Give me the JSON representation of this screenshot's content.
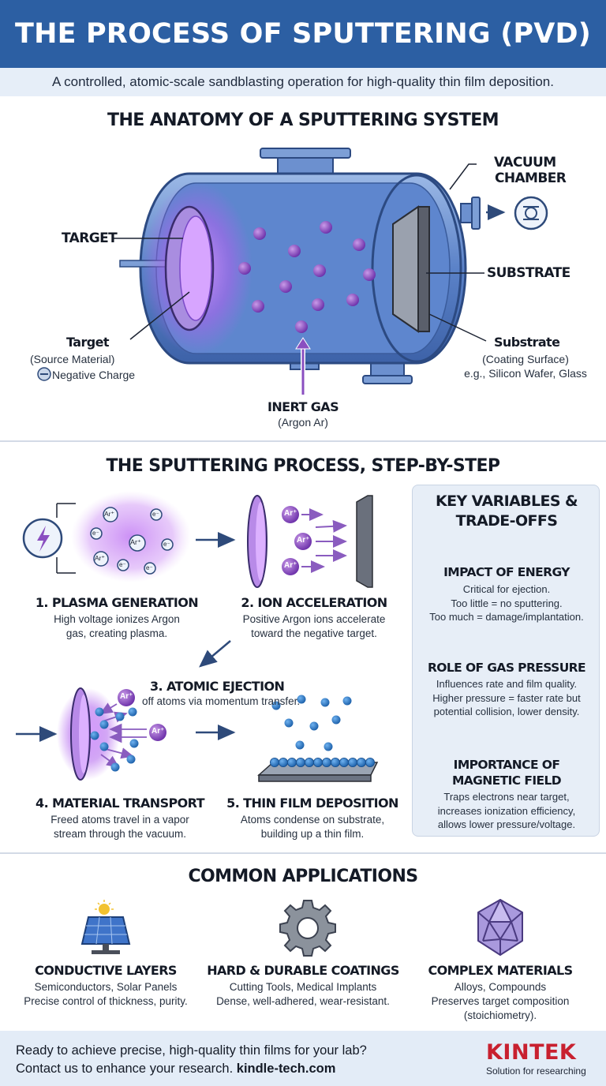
{
  "header": {
    "title": "THE PROCESS OF SPUTTERING (PVD)",
    "subtitle": "A controlled, atomic-scale sandblasting operation for high-quality thin film deposition."
  },
  "anatomy": {
    "title": "THE ANATOMY OF A SPUTTERING SYSTEM",
    "target_label": "TARGET",
    "vacuum_label_1": "VACUUM",
    "vacuum_label_2": "CHAMBER",
    "substrate_label": "SUBSTRATE",
    "target_title": "Target",
    "target_sub": "(Source Material)",
    "target_charge": "Negative Charge",
    "substrate_title": "Substrate",
    "substrate_sub": "(Coating Surface)",
    "substrate_examples": "e.g., Silicon Wafer, Glass",
    "gas_title": "INERT GAS",
    "gas_sub": "(Argon Ar)"
  },
  "process": {
    "title": "THE SPUTTERING PROCESS, STEP-BY-STEP",
    "ion_label": "Ar⁺",
    "electron_label": "e⁻",
    "steps": [
      {
        "title": "1. PLASMA GENERATION",
        "desc1": "High voltage ionizes Argon",
        "desc2": "gas, creating plasma."
      },
      {
        "title": "2. ION ACCELERATION",
        "desc1": "Positive Argon ions accelerate",
        "desc2": "toward the negative target."
      },
      {
        "title": "3. ATOMIC EJECTION",
        "desc1": "off atoms via momentum transfer.",
        "desc2": ""
      },
      {
        "title": "4. MATERIAL TRANSPORT",
        "desc1": "Freed atoms travel in a vapor",
        "desc2": "stream through the vacuum."
      },
      {
        "title": "5. THIN FILM DEPOSITION",
        "desc1": "Atoms condense on substrate,",
        "desc2": "building up a thin film."
      }
    ]
  },
  "variables": {
    "title_1": "KEY VARIABLES &",
    "title_2": "TRADE-OFFS",
    "items": [
      {
        "icon": "lightning-icon",
        "title_1": "IMPACT OF ENERGY",
        "title_2": "",
        "lines": [
          "Critical for ejection.",
          "Too little = no sputtering.",
          "Too much = damage/implantation."
        ]
      },
      {
        "icon": "gauge-icon",
        "title_1": "ROLE OF GAS PRESSURE",
        "title_2": "",
        "lines": [
          "Influences rate and film quality.",
          "Higher pressure = faster rate but",
          "potential collision, lower density."
        ]
      },
      {
        "icon": "magnet-icon",
        "title_1": "IMPORTANCE OF",
        "title_2": "MAGNETIC FIELD",
        "lines": [
          "Traps electrons near target,",
          "increases ionization efficiency,",
          "allows lower pressure/voltage."
        ]
      }
    ]
  },
  "applications": {
    "title": "COMMON APPLICATIONS",
    "items": [
      {
        "icon": "solar-panel-icon",
        "title": "CONDUCTIVE LAYERS",
        "line1": "Semiconductors, Solar Panels",
        "line2": "Precise control of thickness, purity.",
        "line3": ""
      },
      {
        "icon": "gear-icon",
        "title": "HARD & DURABLE COATINGS",
        "line1": "Cutting Tools, Medical Implants",
        "line2": "Dense, well-adhered, wear-resistant.",
        "line3": ""
      },
      {
        "icon": "crystal-icon",
        "title": "COMPLEX MATERIALS",
        "line1": "Alloys, Compounds",
        "line2": "Preserves target composition",
        "line3": "(stoichiometry)."
      }
    ]
  },
  "footer": {
    "line1": "Ready to achieve precise, high-quality thin films for your lab?",
    "line2_prefix": "Contact us to enhance your research.",
    "line2_link": "kindle-tech.com",
    "brand": "KINTEK",
    "tagline": "Solution for researching"
  },
  "colors": {
    "header_bg": "#2c5fa3",
    "chamber": "#4f79c4",
    "plasma": "#b25cf0",
    "atom_blue": "#1f6fc2",
    "ion_purple": "#7b3bb5",
    "brand_red": "#c8202f"
  }
}
